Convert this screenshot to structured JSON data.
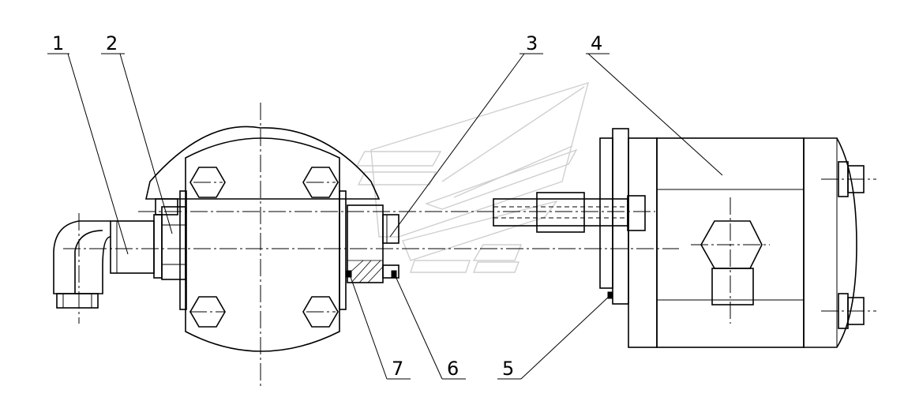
{
  "callouts": [
    {
      "number": "1"
    },
    {
      "number": "2"
    },
    {
      "number": "3"
    },
    {
      "number": "4"
    },
    {
      "number": "5"
    },
    {
      "number": "6"
    },
    {
      "number": "7"
    }
  ],
  "colors": {
    "line": "#000000",
    "background": "#ffffff",
    "watermark": "#cfcfcf"
  }
}
